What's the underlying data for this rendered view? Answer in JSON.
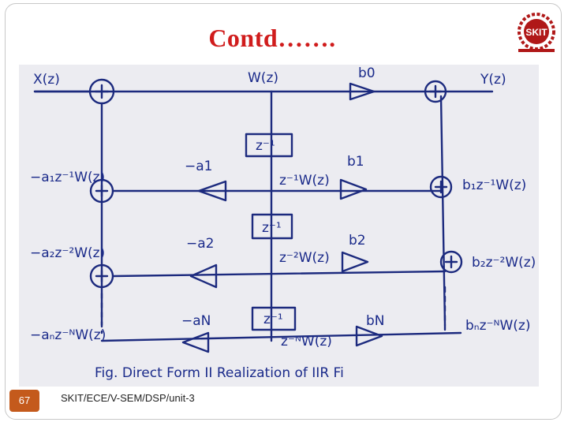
{
  "slide": {
    "title": "Contd…….",
    "page_number": "67",
    "footer": "SKIT/ECE/V-SEM/DSP/unit-3",
    "logo_text": "SKIT",
    "accent_color": "#d01c1c",
    "badge_color": "#c45a1c",
    "logo_color": "#b01818"
  },
  "diagram": {
    "input": "X(z)",
    "output": "Y(z)",
    "node_w": "W(z)",
    "b0": "b0",
    "b1": "b1",
    "b2": "b2",
    "bn": "bN",
    "neg_a1": "−a1",
    "neg_a2": "−a2",
    "neg_an": "−aN",
    "delay1": "z⁻¹",
    "delay2": "z⁻¹",
    "delay3": "z⁻¹",
    "tap1": "z⁻¹W(z)",
    "tap2": "z⁻²W(z)",
    "tapn": "z⁻ᴺW(z)",
    "left1": "−a₁z⁻¹W(z)",
    "left2": "−a₂z⁻²W(z)",
    "leftn": "−aₙz⁻ᴺW(z)",
    "right1": "b₁z⁻¹W(z)",
    "right2": "b₂z⁻²W(z)",
    "rightn": "bₙz⁻ᴺW(z)",
    "caption": "Fig. Direct Form II Realization of IIR Fi"
  }
}
